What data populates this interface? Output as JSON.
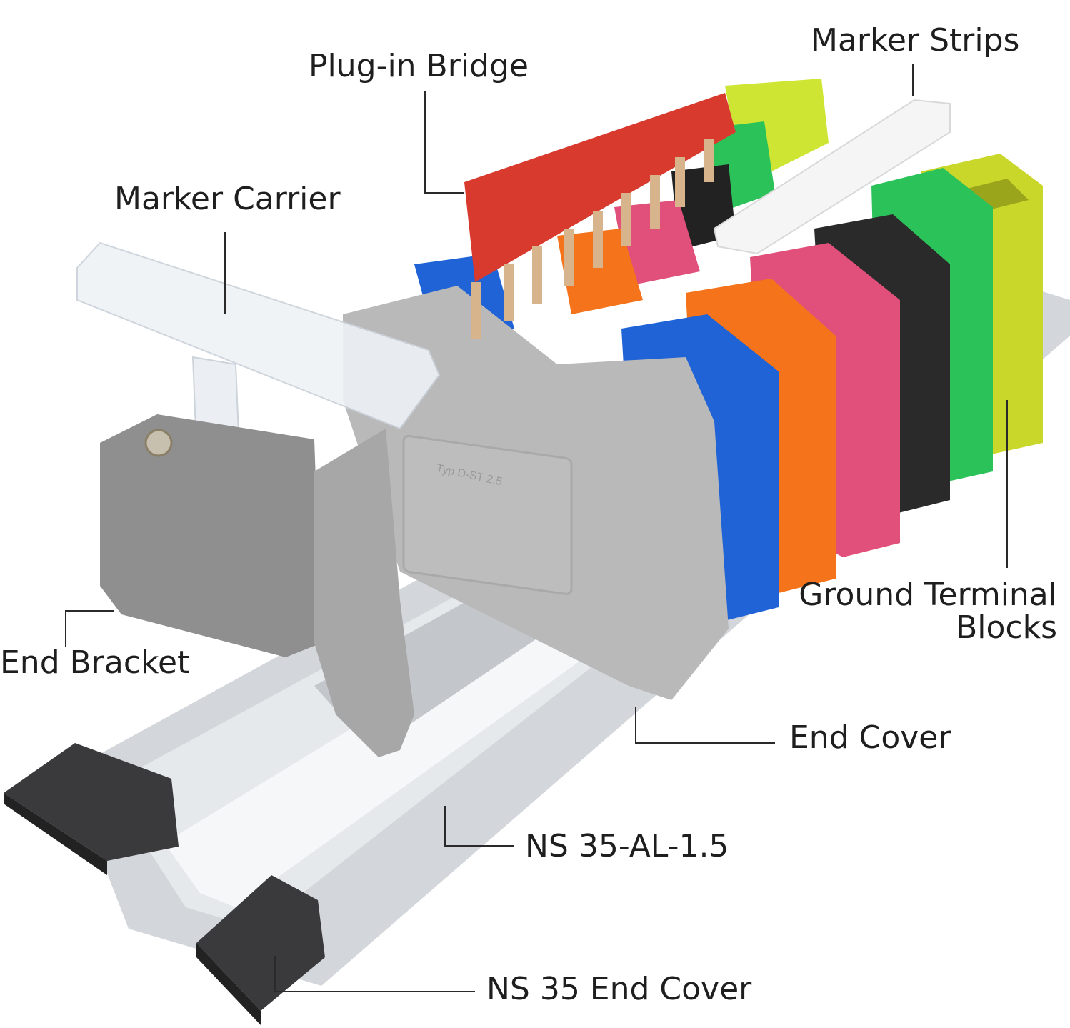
{
  "callouts": {
    "plug_in_bridge": "Plug-in Bridge",
    "marker_strips": "Marker Strips",
    "marker_carrier": "Marker Carrier",
    "ground_terminal_blocks_line1": "Ground Terminal",
    "ground_terminal_blocks_line2": "Blocks",
    "end_bracket": "End Bracket",
    "end_cover": "End Cover",
    "din_rail": "NS 35-AL-1.5",
    "ns35_end_cover": "NS 35 End Cover"
  },
  "part_marking": "Typ D-ST 2.5",
  "colors": {
    "gray_block": "#b9b9b9",
    "blue_block": "#1f63d6",
    "orange_block": "#f4731b",
    "pink_block": "#e0507a",
    "black_block": "#2a2a2a",
    "green_block": "#2cc25a",
    "yellow_green_block": "#c9d72a",
    "red_bridge": "#d83a2e",
    "rail": "#d7dbdf",
    "rail_end_cover": "#3a3a3c"
  }
}
